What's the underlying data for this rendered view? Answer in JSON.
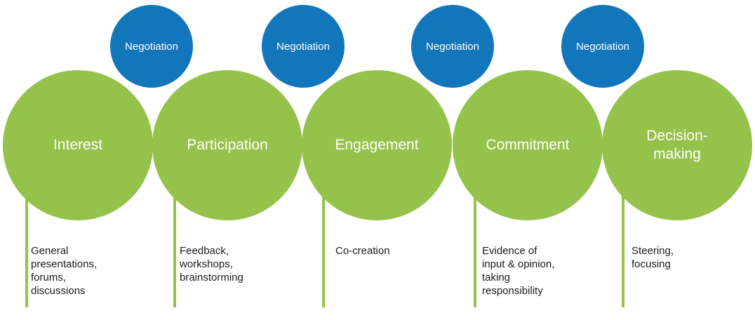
{
  "stages": [
    {
      "label": "Interest",
      "description": "General\npresentations,\nforums,\ndiscussions"
    },
    {
      "label": "Participation",
      "description": "Feedback,\nworkshops,\nbrainstorming"
    },
    {
      "label": "Engagement",
      "description": "Co-creation"
    },
    {
      "label": "Commitment",
      "description": "Evidence of\ninput & opinion,\ntaking\nresponsibility"
    },
    {
      "label": "Decision-\nmaking",
      "description": "Steering,\nfocusing"
    }
  ],
  "negotiation_nodes": [
    {
      "label": "Negotiation"
    },
    {
      "label": "Negotiation"
    },
    {
      "label": "Negotiation"
    },
    {
      "label": "Negotiation"
    }
  ],
  "colors": {
    "stage_green": "#95c24b",
    "negotiation_blue": "#1276bb",
    "text_dark": "#1a1a1a",
    "text_light": "#ffffff"
  }
}
